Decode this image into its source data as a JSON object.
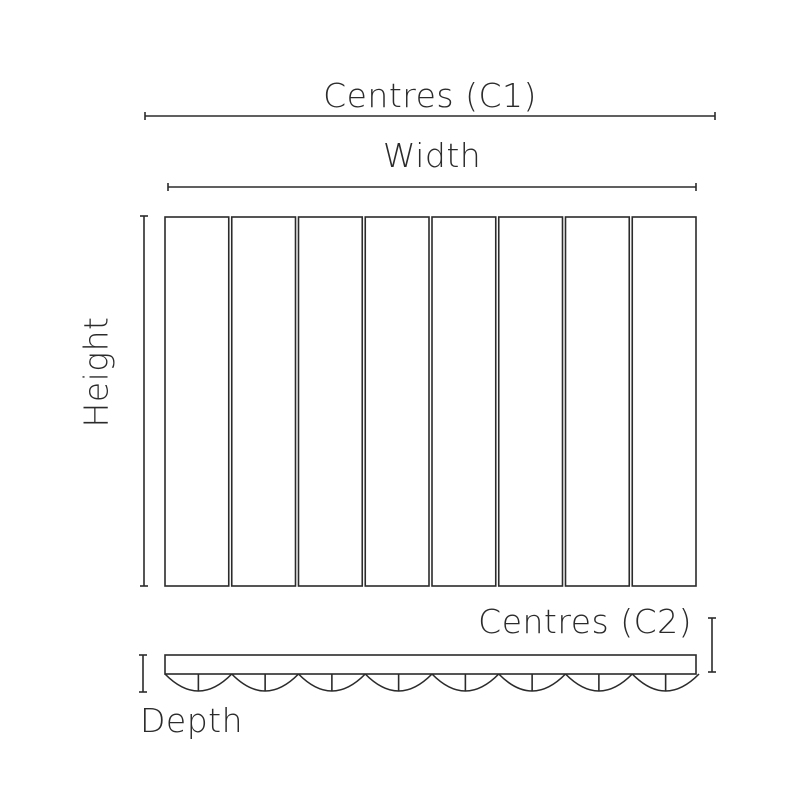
{
  "labels": {
    "centres_c1": "Centres (C1)",
    "width": "Width",
    "height": "Height",
    "centres_c2": "Centres (C2)",
    "depth": "Depth"
  },
  "panels": {
    "count": 8
  },
  "colors": {
    "stroke": "#2b2b2b",
    "background": "#ffffff",
    "text": "#2b2b2b"
  }
}
